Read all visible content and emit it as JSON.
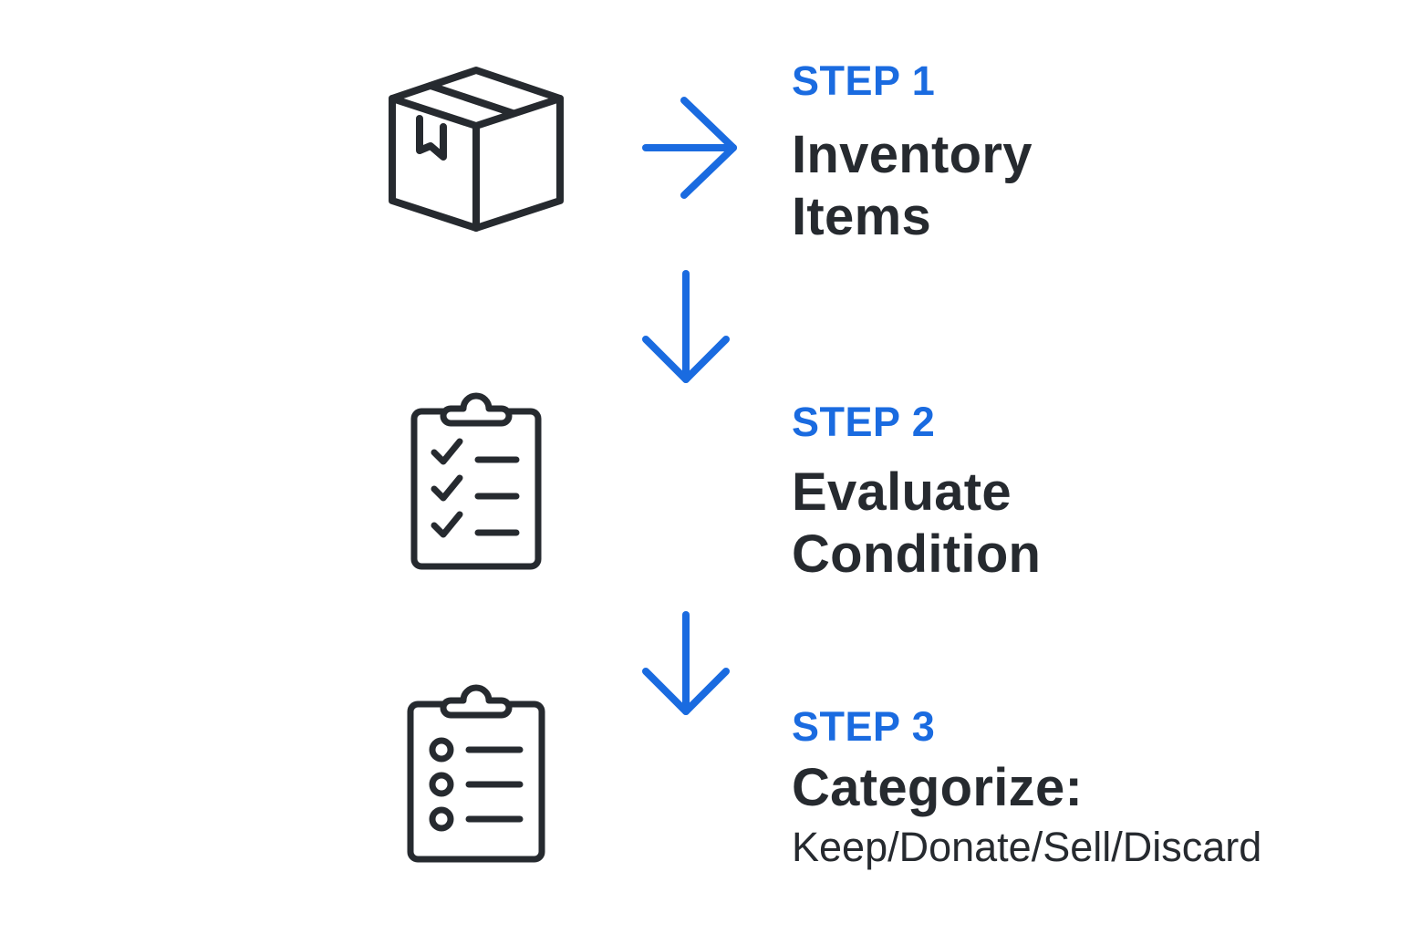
{
  "colors": {
    "accent": "#1a6be0",
    "ink": "#262a2f"
  },
  "steps": [
    {
      "label": "STEP 1",
      "title_lines": [
        "Inventory",
        "Items"
      ],
      "icon": "package-box-icon"
    },
    {
      "label": "STEP 2",
      "title_lines": [
        "Evaluate",
        "Condition"
      ],
      "icon": "clipboard-checklist-icon"
    },
    {
      "label": "STEP 3",
      "title_lines": [
        "Categorize:"
      ],
      "subtitle": "Keep/Donate/Sell/Discard",
      "icon": "clipboard-list-icon"
    }
  ],
  "connectors": [
    "arrow-right-icon",
    "arrow-down-icon",
    "arrow-down-icon"
  ]
}
